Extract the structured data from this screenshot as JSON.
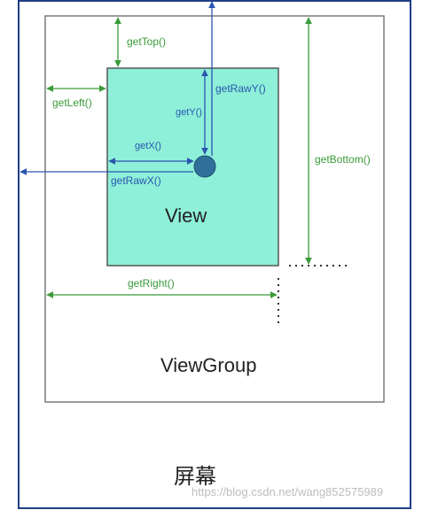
{
  "colors": {
    "screen_border": "#1f3f86",
    "viewgroup_border": "#7a7a7a",
    "view_fill": "#8ef0d8",
    "view_border": "#555555",
    "touch_point": "#2f6f99",
    "green_arrow": "#3a9a3a",
    "blue_arrow": "#2a55b0"
  },
  "labels": {
    "get_top": "getTop()",
    "get_left": "getLeft()",
    "get_raw_y": "getRawY()",
    "get_y": "getY()",
    "get_x": "getX()",
    "get_raw_x": "getRawX()",
    "get_bottom": "getBottom()",
    "get_right": "getRight()",
    "view": "View",
    "view_group": "ViewGroup",
    "screen": "屏幕"
  },
  "watermark": "https://blog.csdn.net/wang852575989"
}
